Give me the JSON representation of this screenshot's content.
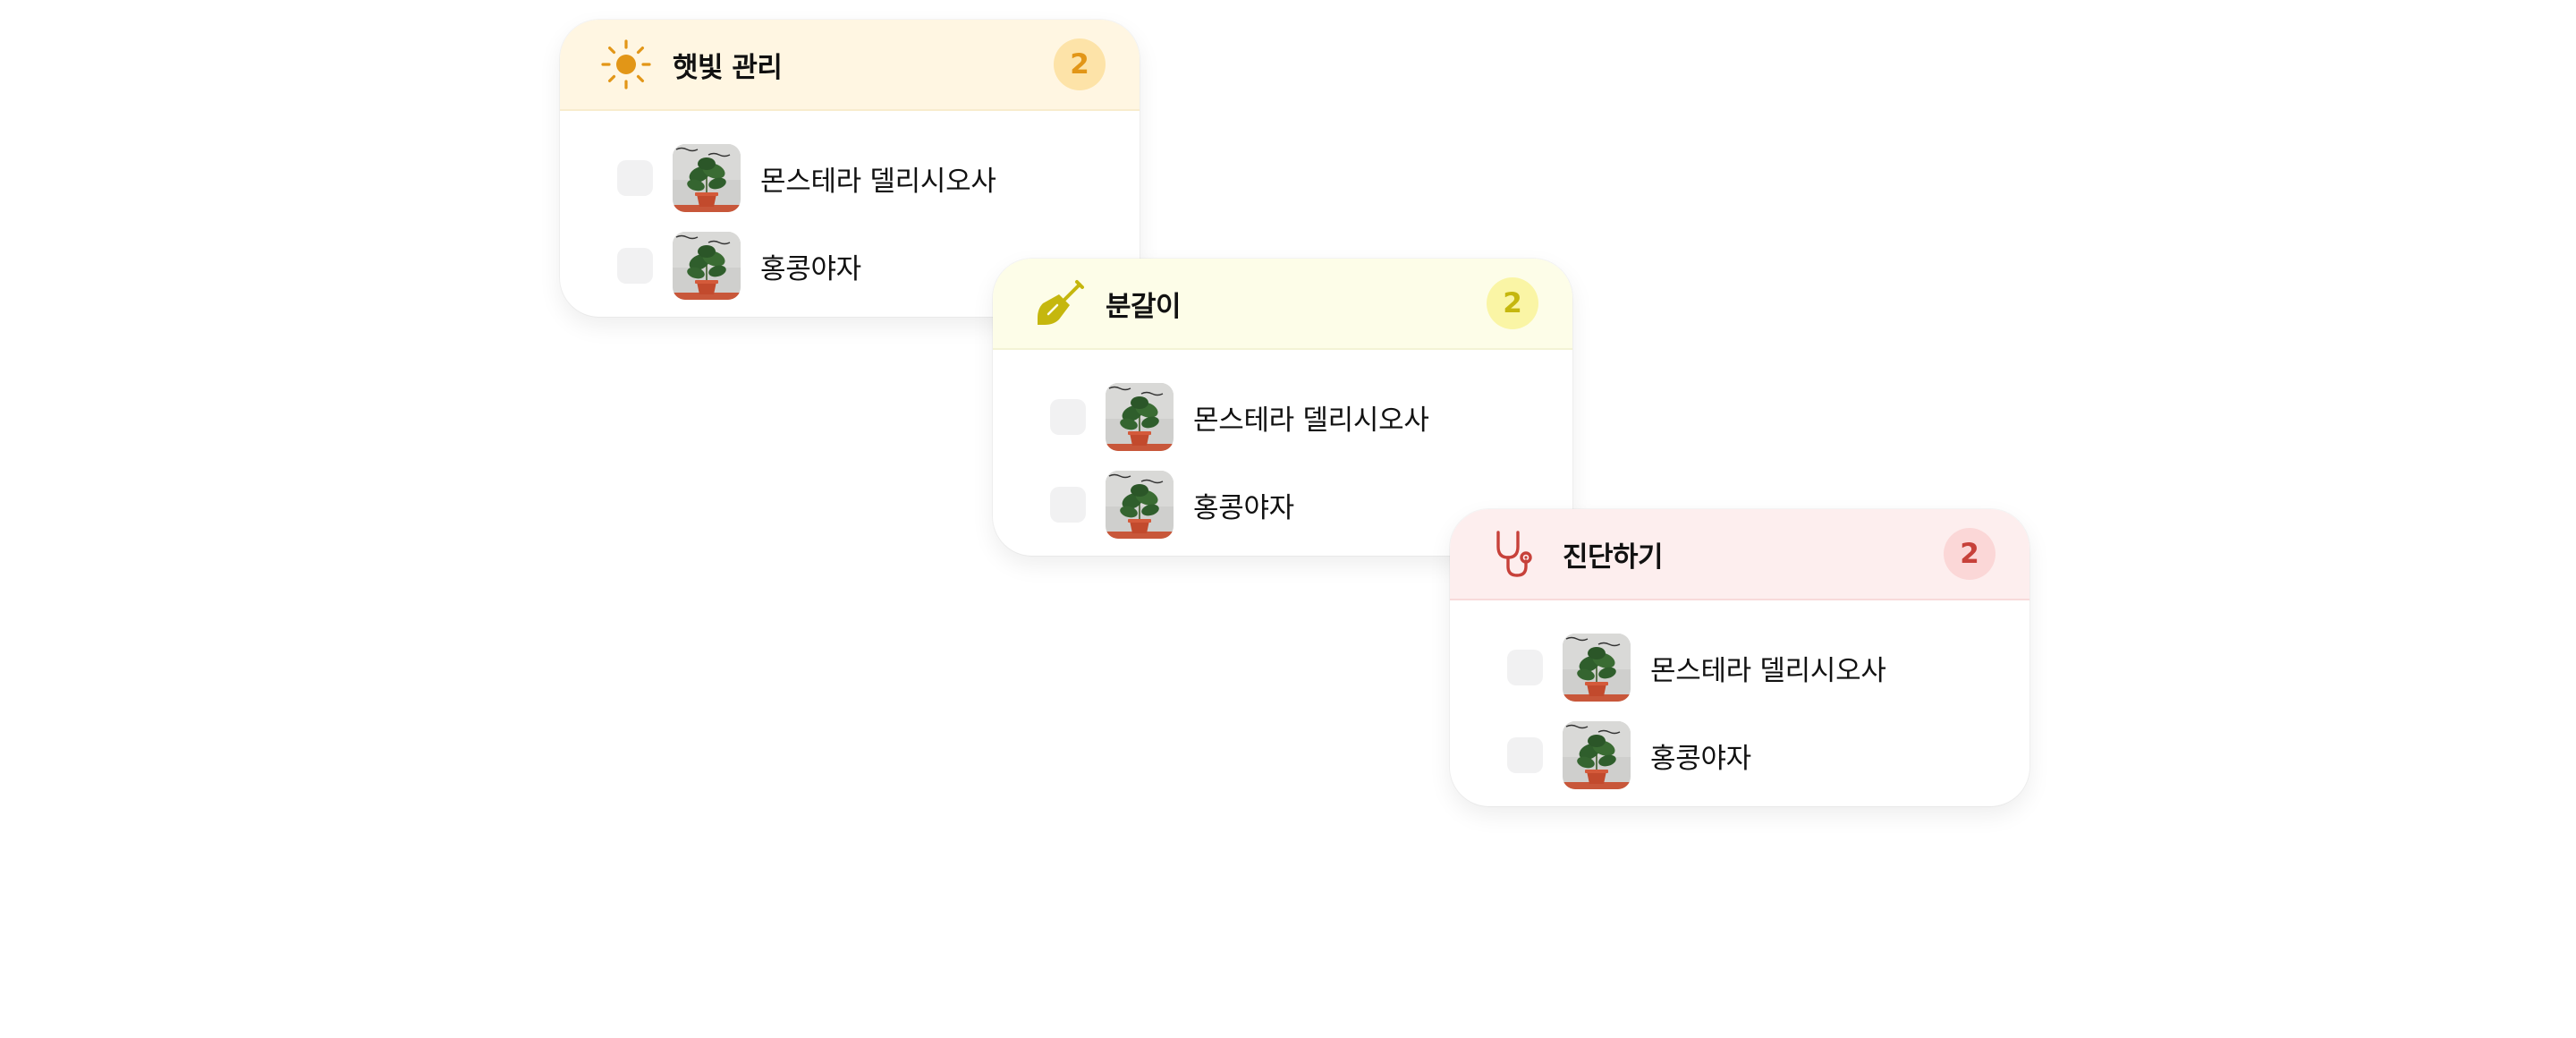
{
  "colors": {
    "sun_accent": "#e29617",
    "repot_accent": "#c5b70e",
    "diag_accent": "#c7413a"
  },
  "cards": [
    {
      "id": "sun",
      "icon": "sun-icon",
      "title": "햇빛 관리",
      "count": "2",
      "plants": [
        {
          "name": "몬스테라 델리시오사",
          "image": "monstera-plant-photo"
        },
        {
          "name": "홍콩야자",
          "image": "monstera-plant-photo"
        }
      ]
    },
    {
      "id": "repot",
      "icon": "shovel-icon",
      "title": "분갈이",
      "count": "2",
      "plants": [
        {
          "name": "몬스테라 델리시오사",
          "image": "monstera-plant-photo"
        },
        {
          "name": "홍콩야자",
          "image": "monstera-plant-photo"
        }
      ]
    },
    {
      "id": "diag",
      "icon": "stethoscope-icon",
      "title": "진단하기",
      "count": "2",
      "plants": [
        {
          "name": "몬스테라 델리시오사",
          "image": "monstera-plant-photo"
        },
        {
          "name": "홍콩야자",
          "image": "monstera-plant-photo"
        }
      ]
    }
  ]
}
